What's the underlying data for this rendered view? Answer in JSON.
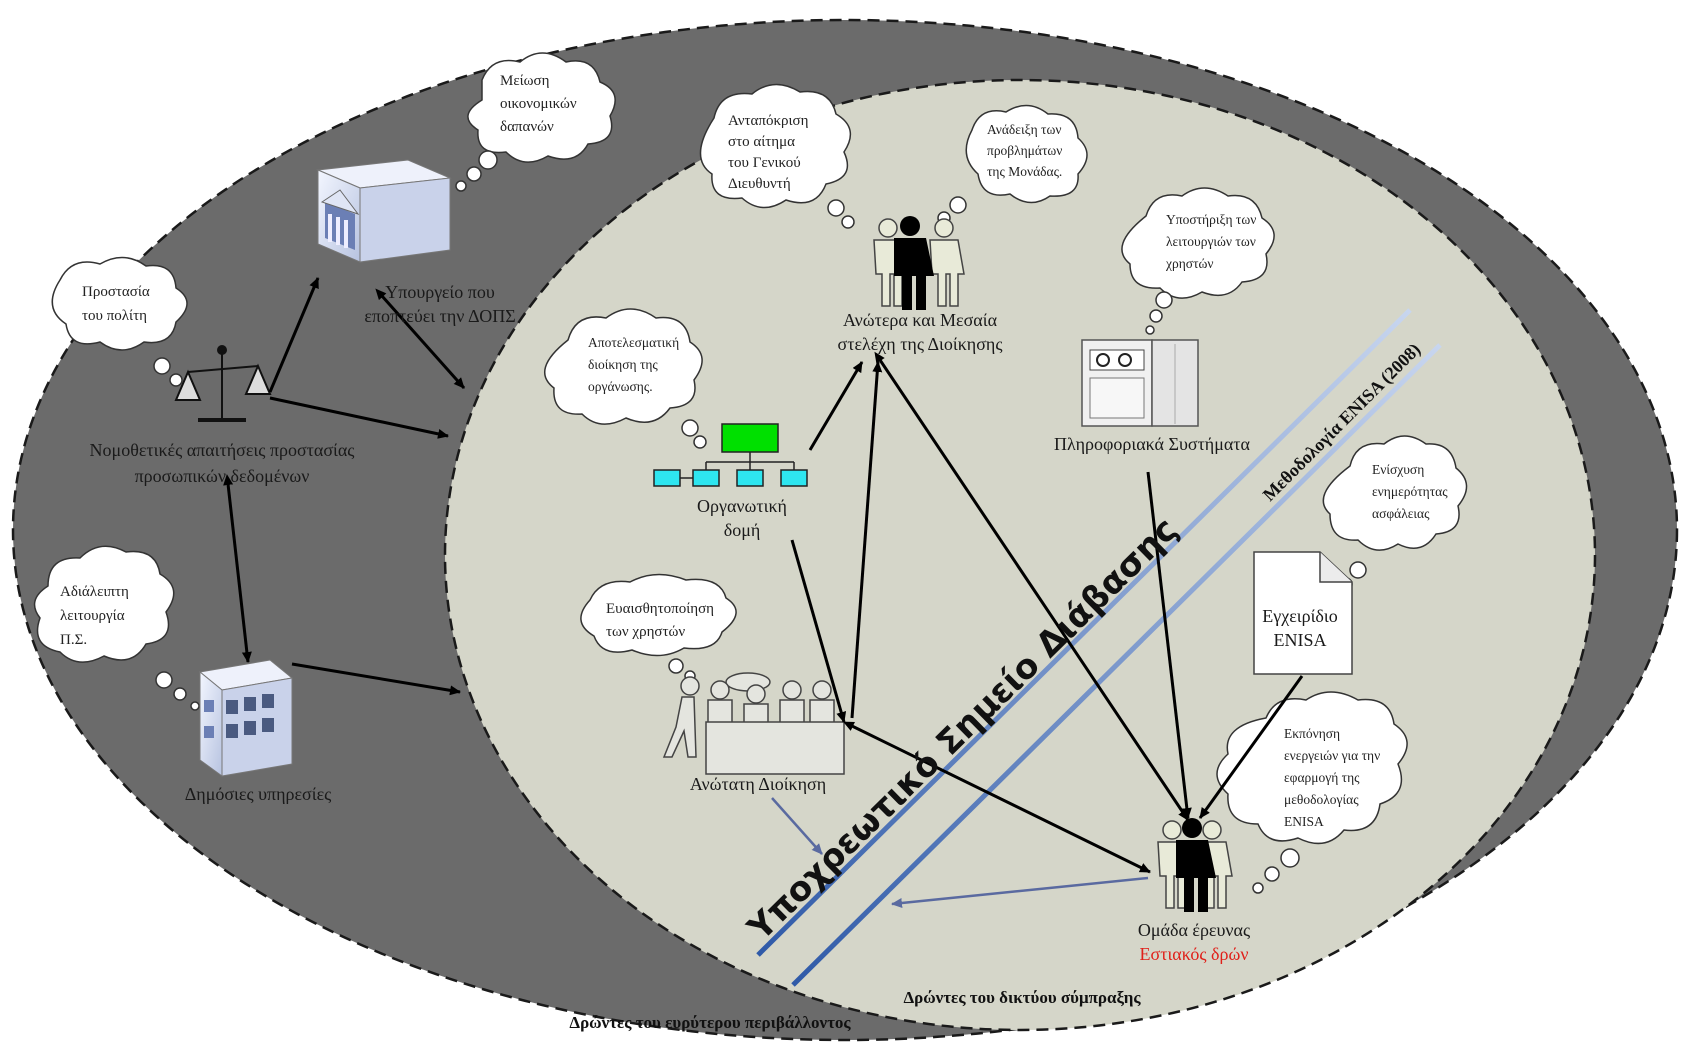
{
  "labels": {
    "outer_env": "Δρώντες του ευρύτερου περιβάλλοντος",
    "network": "Δρώντες του δικτύου σύμπραξης",
    "passage": "Υποχρεωτικό Σημείο Διάβασης",
    "methodology": "Μεθοδολογία ENISA (2008)",
    "ministry_line1": "Υπουργείο που",
    "ministry_line2": "εποπτεύει την ΔΟΠΣ",
    "legal_line1": "Νομοθετικές απαιτήσεις προστασίας",
    "legal_line2": "προσωπικών δεδομένων",
    "public_services": "Δημόσιες υπηρεσίες",
    "executives_line1": "Ανώτερα και Μεσαία",
    "executives_line2": "στελέχη της Διοίκησης",
    "org_line1": "Οργανωτική",
    "org_line2": "δομή",
    "is": "Πληροφοριακά Συστήματα",
    "top_mgmt": "Ανώτατη Διοίκηση",
    "manual_line1": "Εγχειρίδιο",
    "manual_line2": "ENISA",
    "team": "Ομάδα έρευνας",
    "focal": "Εστιακός δρών"
  },
  "clouds": {
    "cost": [
      "Μείωση",
      "οικονομικών",
      "δαπανών"
    ],
    "citizen": [
      "Προστασία",
      "του πολίτη"
    ],
    "continuity": [
      "Αδιάλειπτη",
      "λειτουργία",
      "Π.Σ."
    ],
    "response": [
      "Ανταπόκριση",
      "στο αίτημα",
      "του Γενικού",
      "Διευθυντή"
    ],
    "problems": [
      "Ανάδειξη των",
      "προβλημάτων",
      "της Μονάδας."
    ],
    "support": [
      "Υποστήριξη των",
      "λειτουργιών των",
      "χρηστών"
    ],
    "efficient": [
      "Αποτελεσματική",
      "διοίκηση της",
      "οργάνωσης."
    ],
    "awareness_users": [
      "Ευαισθητοποίηση",
      "των χρηστών"
    ],
    "security": [
      "Ενίσχυση",
      "ενημερότητας",
      "ασφάλειας"
    ],
    "actions": [
      "Εκπόνηση",
      "ενεργειών για την",
      "εφαρμογή της",
      "μεθοδολογίας",
      "ENISA"
    ]
  },
  "colors": {
    "outer_fill": "#6b6b6b",
    "inner_fill": "#d5d6c9",
    "focal_red": "#e0201a",
    "org_top": "#00e000",
    "org_boxes": "#2ee6f0",
    "methodology_line": "#4a72b8"
  }
}
